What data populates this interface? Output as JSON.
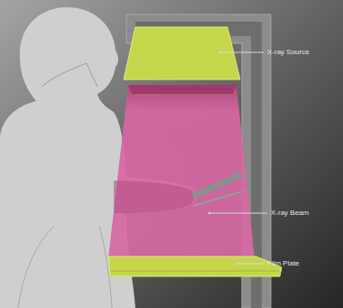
{
  "diagram": {
    "labels": [
      "X-ray Source",
      "X-ray Beam",
      "Film Plate"
    ]
  }
}
